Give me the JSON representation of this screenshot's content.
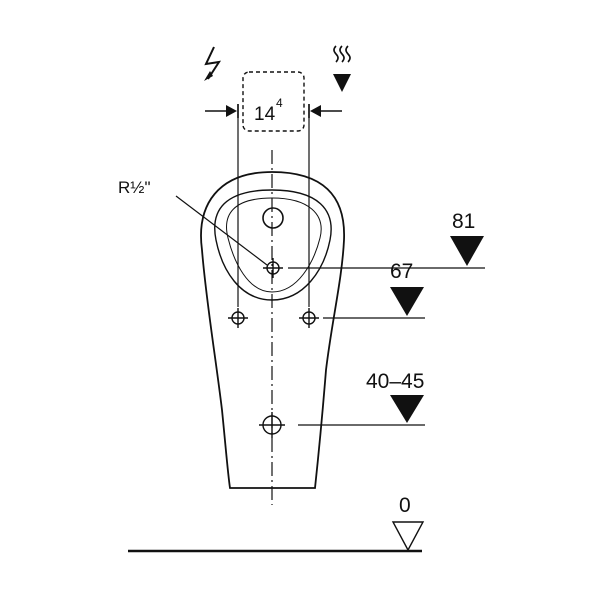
{
  "drawing": {
    "width_value": "14",
    "width_superscript": "4",
    "connection_label": "R½\"",
    "height_81": "81",
    "height_67": "67",
    "height_40_45": "40–45",
    "height_0": "0"
  },
  "icons": {
    "power": "lightning-bolt-icon",
    "water": "water-supply-icon"
  },
  "colors": {
    "line": "#111111",
    "background": "#ffffff"
  }
}
